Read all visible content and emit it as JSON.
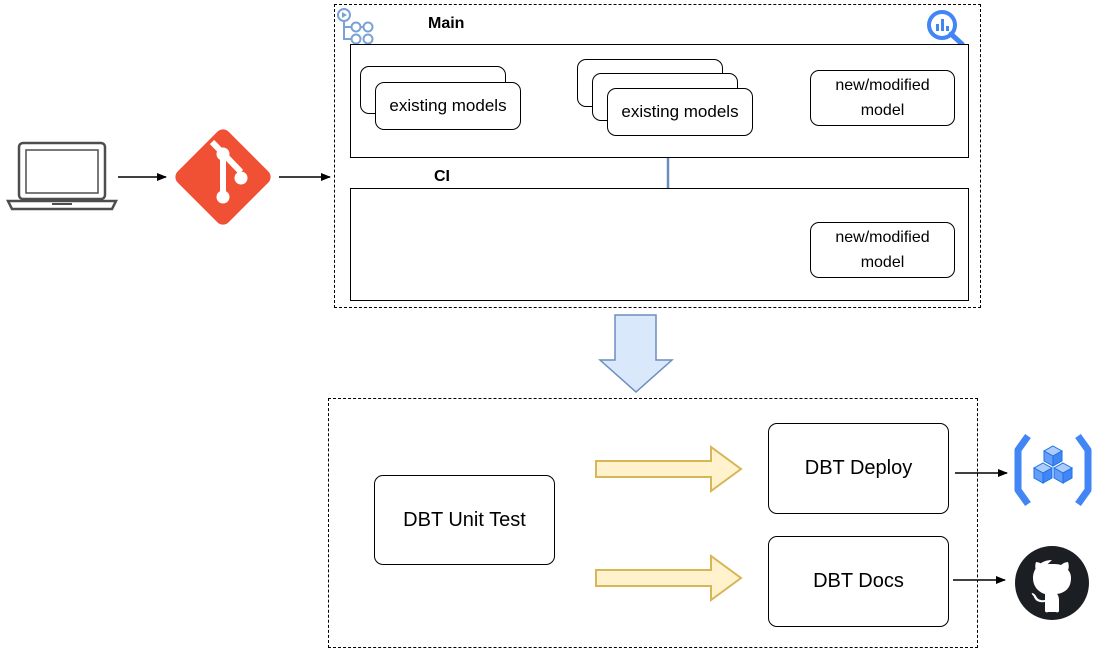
{
  "sections": {
    "main_label": "Main",
    "ci_label": "CI"
  },
  "main": {
    "existing_models_1": "existing models",
    "existing_models_2": "existing models",
    "new_model_line1": "new/modified",
    "new_model_line2": "model"
  },
  "ci": {
    "new_model_line1": "new/modified",
    "new_model_line2": "model"
  },
  "pipeline": {
    "unit_test": "DBT Unit Test",
    "deploy": "DBT Deploy",
    "docs": "DBT Docs"
  },
  "icons": {
    "laptop": "laptop-icon",
    "git": "git-icon",
    "workflow": "workflow-icon",
    "bigquery": "bigquery-icon",
    "cloud_deploy": "cloud-deploy-icon",
    "github": "github-icon"
  },
  "colors": {
    "git_orange": "#f05033",
    "blue_flow": "#6c8ebf",
    "down_arrow_fill": "#dae8fc",
    "yellow_arrow_fill": "#fff2cc",
    "yellow_arrow_stroke": "#d6b656",
    "google_blue": "#4285f4"
  }
}
